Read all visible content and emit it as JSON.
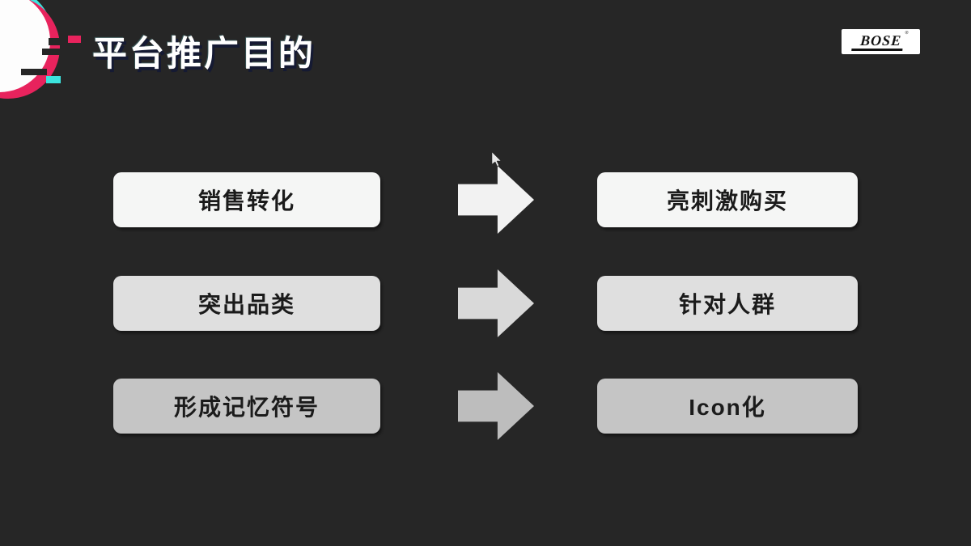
{
  "slide": {
    "title": "平台推广目的",
    "background_color": "#262626",
    "accent_pink": "#e8235d",
    "accent_cyan": "#3ce4de",
    "title_color": "#ffffff"
  },
  "brand": {
    "name": "BOSE",
    "trademark": "®"
  },
  "flow": {
    "rows": [
      {
        "left": "销售转化",
        "right": "亮刺激购买",
        "box_color": "#f5f6f5",
        "arrow_color": "#f2f2f2"
      },
      {
        "left": "突出品类",
        "right": "针对人群",
        "box_color": "#dfdfdf",
        "arrow_color": "#d9d9d9"
      },
      {
        "left": "形成记忆符号",
        "right": "Icon化",
        "box_color": "#c5c5c5",
        "arrow_color": "#bdbdbd"
      }
    ]
  }
}
